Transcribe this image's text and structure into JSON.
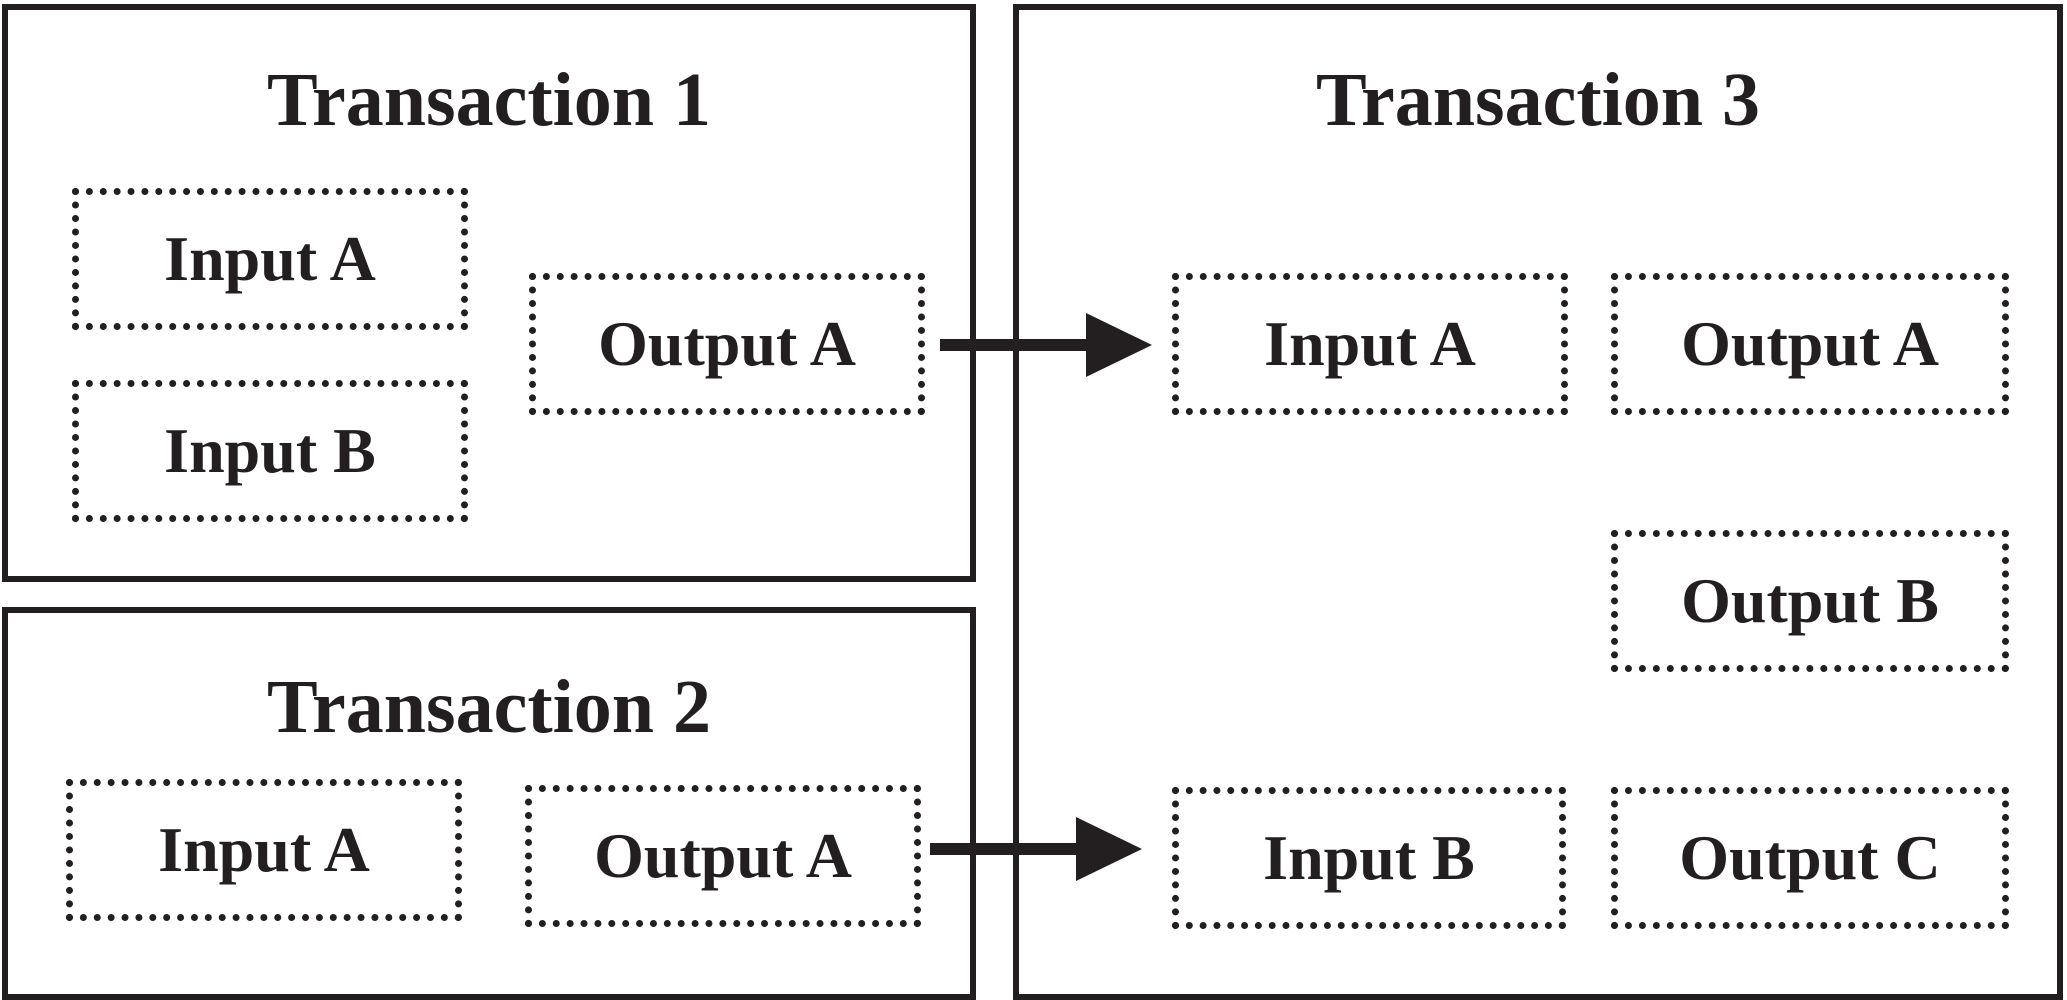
{
  "colors": {
    "ink": "#231f20",
    "background": "#ffffff"
  },
  "transactions": {
    "t1": {
      "title": "Transaction 1",
      "input_a": "Input A",
      "input_b": "Input B",
      "output_a": "Output A"
    },
    "t2": {
      "title": "Transaction 2",
      "input_a": "Input A",
      "output_a": "Output A"
    },
    "t3": {
      "title": "Transaction 3",
      "input_a": "Input A",
      "input_b": "Input B",
      "output_a": "Output A",
      "output_b": "Output B",
      "output_c": "Output C"
    }
  },
  "links": [
    {
      "from": "Transaction 1 / Output A",
      "to": "Transaction 3 / Input A"
    },
    {
      "from": "Transaction 2 / Output A",
      "to": "Transaction 3 / Input B"
    }
  ]
}
